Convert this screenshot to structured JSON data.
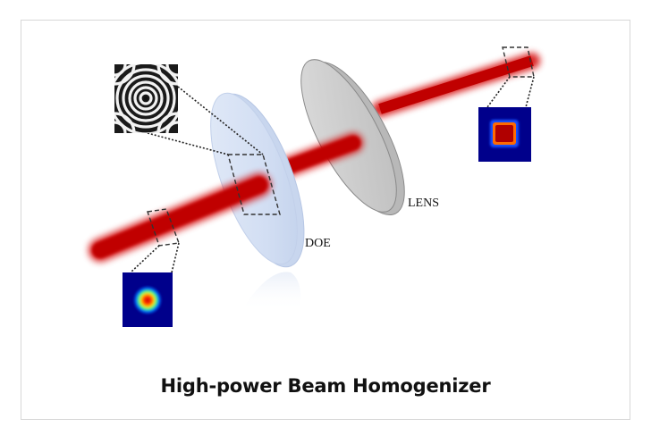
{
  "title": "High-power Beam Homogenizer",
  "labels": {
    "doe": "DOE",
    "lens": "LENS"
  },
  "colors": {
    "beam": "#c00000",
    "doe_fill": "#d7e2f5",
    "lens_fill": "#d0d0d0",
    "inset_background": "#00008b"
  },
  "insets": {
    "input_profile": "gaussian-spot",
    "doe_phase": "phase-pattern",
    "output_profile": "flat-top-square"
  }
}
